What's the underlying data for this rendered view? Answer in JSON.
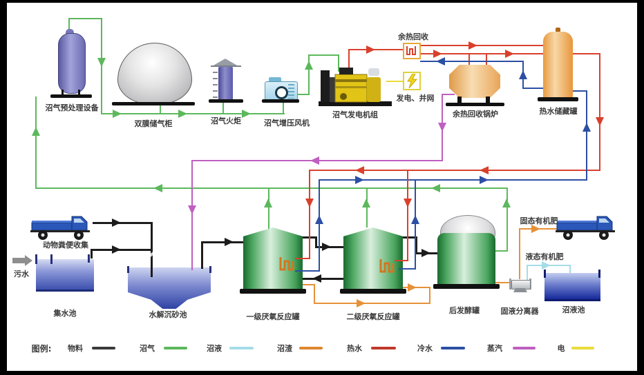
{
  "labels": {
    "pretreatment": "沼气预处理设备",
    "gas_holder": "双膜储气柜",
    "flare": "沼气火炬",
    "fan": "沼气增压风机",
    "generator": "沼气发电机组",
    "grid": "发电、并网",
    "heat_recovery": "余热回收",
    "boiler": "余热回收锅炉",
    "hot_water_tank": "热水储藏罐",
    "manure": "动物粪便收集",
    "sewage": "污水",
    "collection_pool": "集水池",
    "hydrolysis_pool": "水解沉砂池",
    "reactor1": "一级厌氧反应罐",
    "reactor2": "二级厌氧反应罐",
    "post_fermenter": "后发酵罐",
    "separator": "固液分离器",
    "slurry_pool": "沼液池",
    "solid_fertilizer": "固态有机肥",
    "liquid_fertilizer": "液态有机肥"
  },
  "legend": {
    "title": "图例:",
    "items": [
      {
        "label": "物料",
        "color": "#3a3a3a"
      },
      {
        "label": "沼气",
        "color": "#5cb85c"
      },
      {
        "label": "沼液",
        "color": "#a5dce8"
      },
      {
        "label": "沼渣",
        "color": "#e0862f"
      },
      {
        "label": "热水",
        "color": "#c0392b"
      },
      {
        "label": "冷水",
        "color": "#2c4fa3"
      },
      {
        "label": "蒸汽",
        "color": "#bf5fc0"
      },
      {
        "label": "电",
        "color": "#e8dc3c"
      }
    ]
  },
  "colors": {
    "material": "#1c1c1c",
    "biogas": "#5cb85c",
    "slurry": "#a5dce8",
    "residue": "#e69138",
    "hot_water": "#d9402c",
    "cold_water": "#2c4fa3",
    "steam": "#bf5fc0",
    "electric": "#e8dc3c"
  }
}
